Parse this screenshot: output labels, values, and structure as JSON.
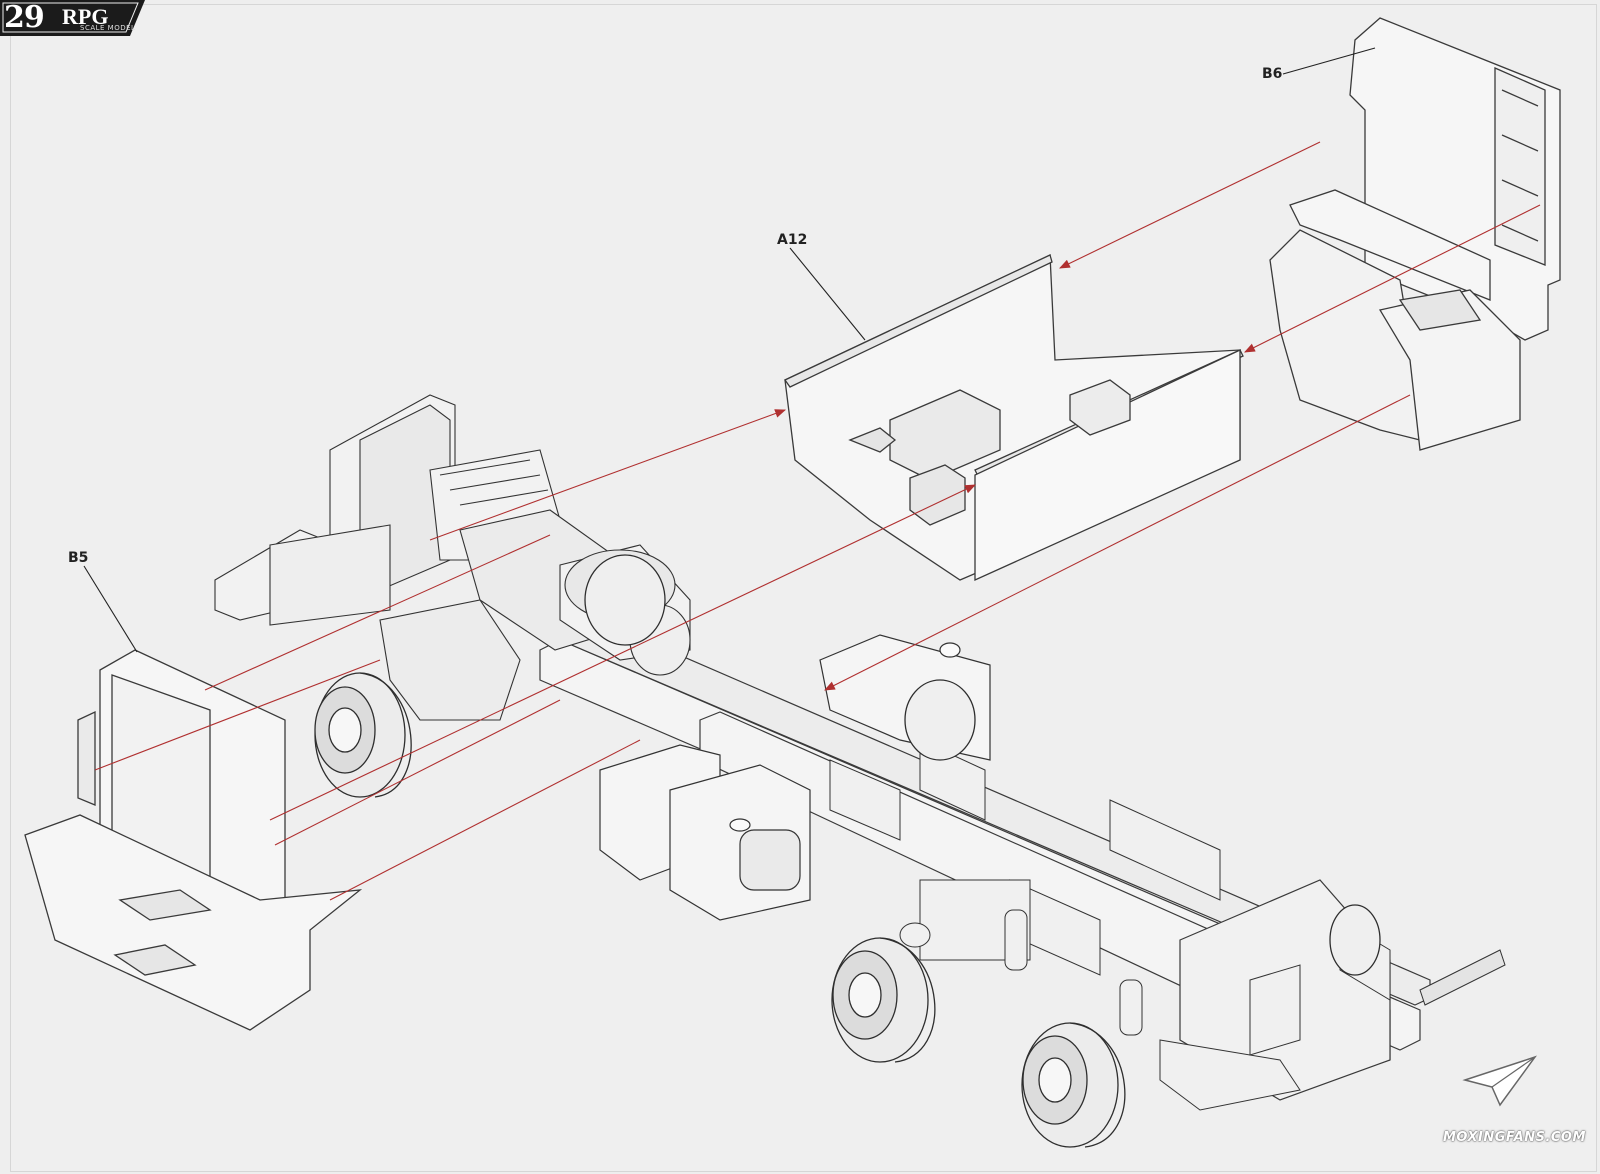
{
  "page": {
    "number": "29",
    "brand": "RPG",
    "brand_sub": "SCALE MODEL"
  },
  "callouts": {
    "b6": "B6",
    "a12": "A12",
    "b5": "B5"
  },
  "watermark": {
    "text": "MOXINGFANS.COM"
  },
  "colors": {
    "line": "#3a3a3a",
    "arrow": "#b03030",
    "paper": "#efefef",
    "panel": "#f6f6f6"
  }
}
